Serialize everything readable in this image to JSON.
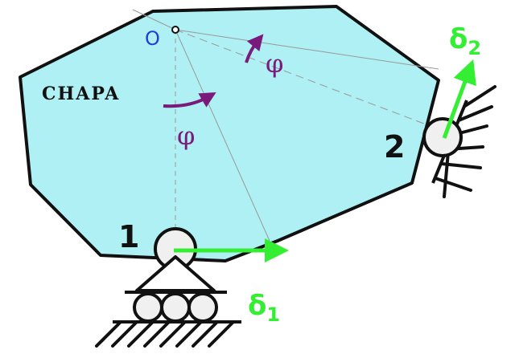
{
  "plate": {
    "label": "CHAPA",
    "fill_color": "#aef0f3",
    "edge_color": "#111111"
  },
  "pivot": {
    "label": "O",
    "color": "#1f3fd6"
  },
  "rotations": [
    {
      "id": "phi-center",
      "symbol": "φ",
      "color": "#7a1a7a"
    },
    {
      "id": "phi-top",
      "symbol": "φ",
      "color": "#7a1a7a"
    }
  ],
  "supports": [
    {
      "number": "1",
      "type": "roller-on-rollers",
      "displacement": {
        "symbol": "δ",
        "subscript": "1",
        "direction": "horizontal",
        "color": "#33ee33"
      }
    },
    {
      "number": "2",
      "type": "roller-on-inclined-wall",
      "displacement": {
        "symbol": "δ",
        "subscript": "2",
        "direction": "inclined",
        "color": "#33ee33"
      }
    }
  ],
  "guide_line_color": "#999999"
}
